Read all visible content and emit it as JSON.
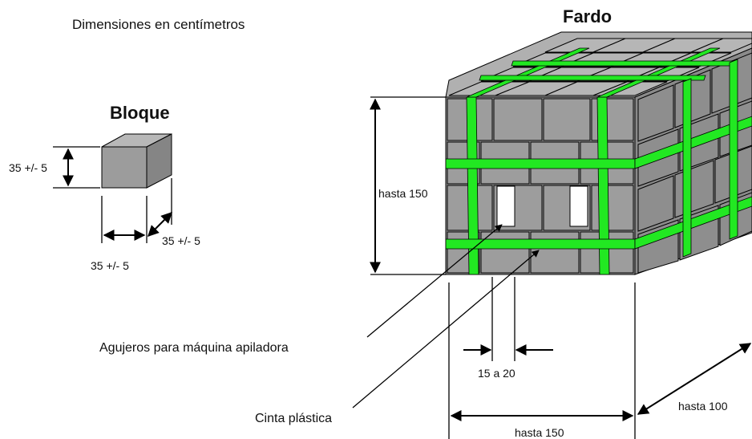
{
  "texts": {
    "units_note": "Dimensiones en centímetros",
    "block_title": "Bloque",
    "bale_title": "Fardo",
    "block_height": "35 +/- 5",
    "block_depth": "35 +/- 5",
    "block_width": "35 +/- 5",
    "bale_height": "hasta 150",
    "hole_gap": "15 a 20",
    "bale_width": "hasta 150",
    "bale_depth": "hasta 100",
    "holes_callout": "Agujeros para máquina apiladora",
    "strap_callout": "Cinta plástica"
  },
  "colors": {
    "block_fill": "#9a9a9a",
    "block_top": "#b4b4b4",
    "block_side": "#7f7f7f",
    "strap": "#22e822",
    "line": "#000000"
  }
}
